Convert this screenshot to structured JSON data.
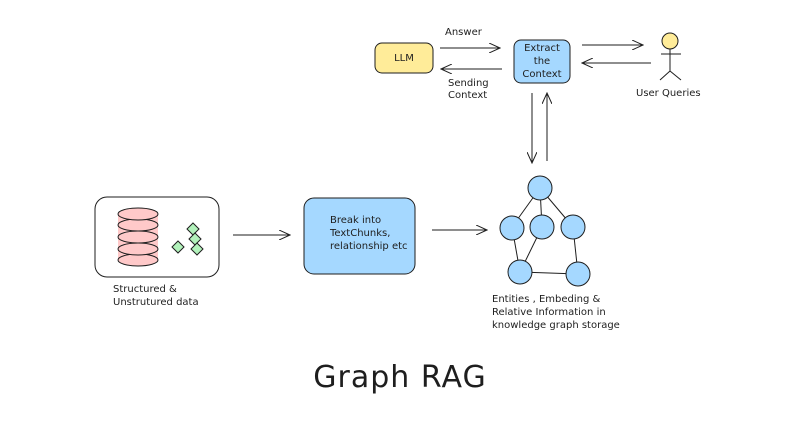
{
  "title": "Graph RAG",
  "colors": {
    "llm_fill": "#ffec99",
    "blue_fill": "#a5d8ff",
    "db_fill": "#ffc9c9",
    "diamond_fill": "#b2f2bb",
    "stroke": "#1e1e1e",
    "actor_head": "#ffec99"
  },
  "nodes": {
    "llm": {
      "label": "LLM"
    },
    "extract": {
      "label_lines": [
        "Extract",
        "the",
        "Context"
      ]
    },
    "user": {
      "label": "User Queries"
    },
    "data_source": {
      "label_lines": [
        "Structured &",
        "Unstrutured data"
      ]
    },
    "chunker": {
      "label_lines": [
        "Break into",
        "TextChunks,",
        "relationship etc"
      ]
    },
    "graph": {
      "label_lines": [
        "Entities , Embeding &",
        "Relative Information in",
        "knowledge graph storage"
      ]
    }
  },
  "edges": {
    "answer": "Answer",
    "sending_context": [
      "Sending",
      "Context"
    ]
  }
}
